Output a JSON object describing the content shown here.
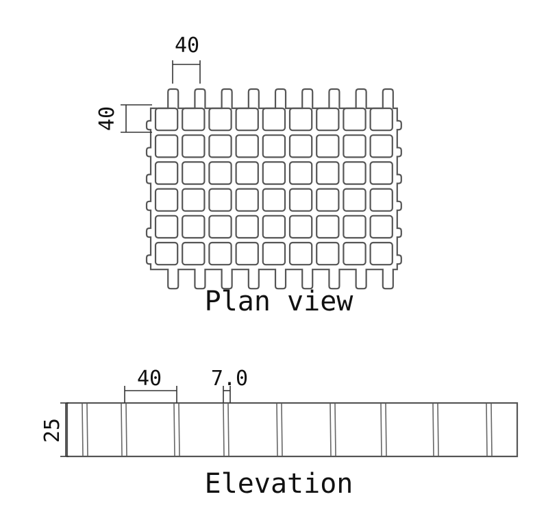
{
  "plan": {
    "caption": "Plan view",
    "dim_width_label": "40",
    "dim_height_label": "40"
  },
  "elevation": {
    "caption": "Elevation",
    "dim_pitch_label": "40",
    "dim_bar_label": "7.0",
    "dim_height_label": "25"
  }
}
